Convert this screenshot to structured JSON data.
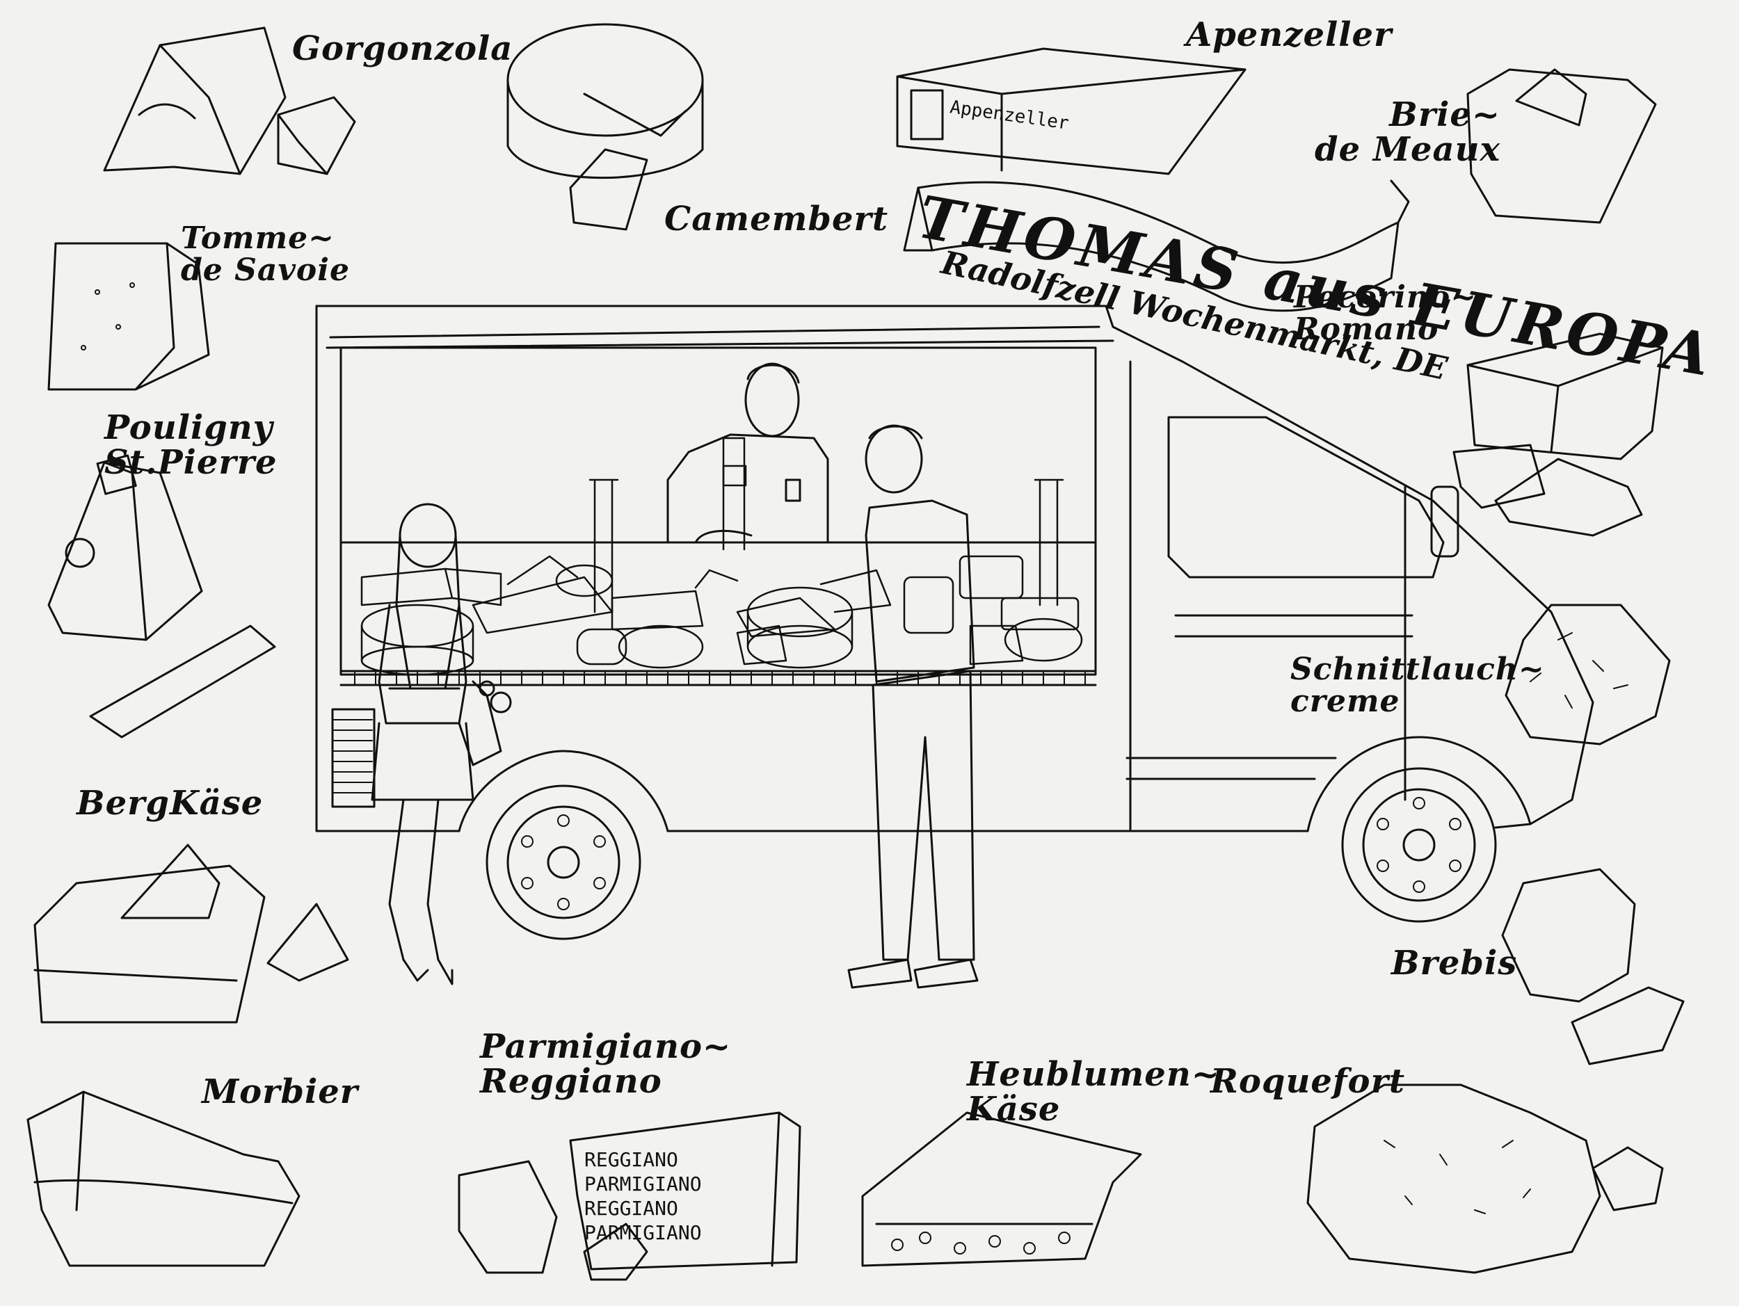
{
  "banner": {
    "title": "THOMAS aus EUROPA",
    "subtitle": "Radolfzell Wochenmarkt, DE"
  },
  "cheeses": [
    {
      "id": "gorgonzola",
      "label": "Gorgonzola"
    },
    {
      "id": "camembert",
      "label": "Camembert"
    },
    {
      "id": "apenzeller",
      "label": "Apenzeller"
    },
    {
      "id": "brie",
      "label": "Brie~\nde Meaux"
    },
    {
      "id": "tomme",
      "label": "Tomme~\nde Savoie"
    },
    {
      "id": "pouligny",
      "label": "Pouligny\nSt.Pierre"
    },
    {
      "id": "pecorino",
      "label": "Pecorino~\nRomano"
    },
    {
      "id": "schnittlauch",
      "label": "Schnittlauch~\ncreme"
    },
    {
      "id": "bergkase",
      "label": "BergKäse"
    },
    {
      "id": "brebis",
      "label": "Brebis"
    },
    {
      "id": "morbier",
      "label": "Morbier"
    },
    {
      "id": "parmigiano",
      "label": "Parmigiano~\nReggiano"
    },
    {
      "id": "heublumen",
      "label": "Heublumen~\nKäse"
    },
    {
      "id": "roquefort",
      "label": "Roquefort"
    }
  ],
  "stamps": {
    "parmigiano": "REGGIANO\nPARMIGIANO\nREGGIANO\nPARMIGIANO",
    "apenzeller": "Appenzeller"
  },
  "colors": {
    "ink": "#111111",
    "paper": "#f2f2f0"
  }
}
